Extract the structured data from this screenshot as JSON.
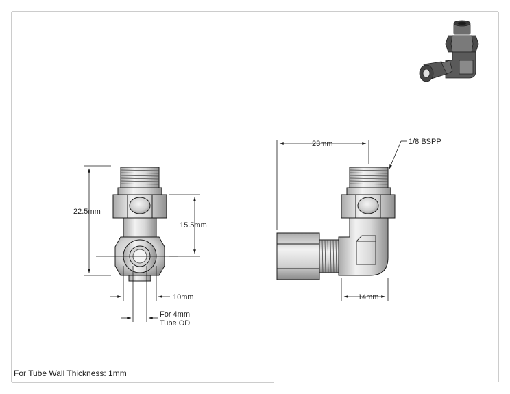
{
  "dimensions": {
    "left_overall_height": "22.5mm",
    "left_center_height": "15.5mm",
    "left_width": "10mm",
    "tube_od_line1": "For 4mm",
    "tube_od_line2": "Tube OD",
    "right_overall_length": "23mm",
    "thread_spec": "1/8 BSPP",
    "right_width": "14mm"
  },
  "note": "For Tube Wall Thickness: 1mm",
  "colors": {
    "line": "#1a1a1a",
    "metal_light": "#e8e8e8",
    "metal_mid": "#bdbdbd",
    "metal_dark": "#7a7a7a",
    "border": "#9a9a9a"
  }
}
